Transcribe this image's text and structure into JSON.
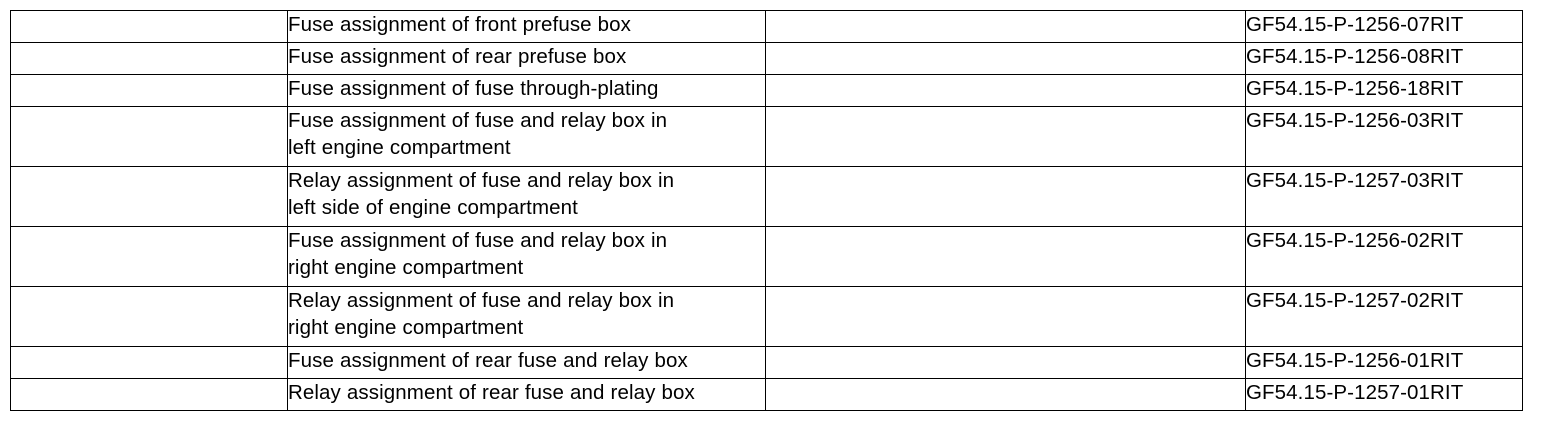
{
  "document": {
    "type": "table",
    "title": "Fuse and relay assignment reference table",
    "columns": [
      {
        "name": "left-blank",
        "header": "",
        "content": "empty"
      },
      {
        "name": "description",
        "header": "",
        "content": "text"
      },
      {
        "name": "middle-blank",
        "header": "",
        "content": "empty"
      },
      {
        "name": "document-number",
        "header": "",
        "content": "text"
      }
    ],
    "rows": [
      {
        "blank_left": "",
        "description": "Fuse assignment of front prefuse box",
        "blank_middle": "",
        "document_number": "GF54.15-P-1256-07RIT",
        "lines": 1
      },
      {
        "blank_left": "",
        "description": "Fuse assignment of rear prefuse box",
        "blank_middle": "",
        "document_number": "GF54.15-P-1256-08RIT",
        "lines": 1
      },
      {
        "blank_left": "",
        "description": "Fuse assignment of fuse through-plating",
        "blank_middle": "",
        "document_number": "GF54.15-P-1256-18RIT",
        "lines": 1
      },
      {
        "blank_left": "",
        "description": "Fuse assignment of fuse and relay box in\nleft engine compartment",
        "blank_middle": "",
        "document_number": "GF54.15-P-1256-03RIT",
        "lines": 2
      },
      {
        "blank_left": "",
        "description": "Relay assignment of fuse and relay box in\nleft side of engine compartment",
        "blank_middle": "",
        "document_number": "GF54.15-P-1257-03RIT",
        "lines": 2
      },
      {
        "blank_left": "",
        "description": "Fuse assignment of fuse and relay box in\nright engine compartment",
        "blank_middle": "",
        "document_number": "GF54.15-P-1256-02RIT",
        "lines": 2
      },
      {
        "blank_left": "",
        "description": "Relay assignment of fuse and relay box in\nright engine compartment",
        "blank_middle": "",
        "document_number": "GF54.15-P-1257-02RIT",
        "lines": 2
      },
      {
        "blank_left": "",
        "description": "Fuse assignment of rear fuse and relay box",
        "blank_middle": "",
        "document_number": "GF54.15-P-1256-01RIT",
        "lines": 1
      },
      {
        "blank_left": "",
        "description": "Relay assignment of rear fuse and relay box",
        "blank_middle": "",
        "document_number": "GF54.15-P-1257-01RIT",
        "lines": 1
      }
    ]
  },
  "colors": {
    "page_background": "#ffffff",
    "table_border": "#000000",
    "text": "#000000"
  }
}
